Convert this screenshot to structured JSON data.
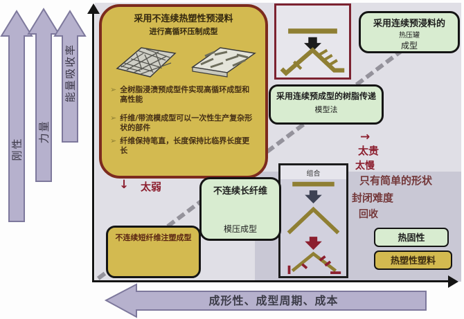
{
  "axes": {
    "y_arrows": [
      {
        "label": "刚性"
      },
      {
        "label": "力量"
      },
      {
        "label": "能量吸收率"
      }
    ],
    "x_axis_label": "成形性、成型周期、成本"
  },
  "boxes": {
    "hot_press": {
      "title1": "采用不连续热塑性预浸料",
      "title2": "进行高循环压制成型",
      "bullet_marker": "➢",
      "bullets": [
        "全树脂浸渍预成型件实现高循环成型和高性能",
        "纤维/带流模成型可以一次性生产复杂形状的部件",
        "纤维保持笔直，长度保持比临界长度更长"
      ]
    },
    "autoclave": {
      "line1": "采用连续预浸料的",
      "line2": "热压罐",
      "line3": "成型"
    },
    "rtm": {
      "line1": "采用连续预成型的树脂传递",
      "line2": "模型法"
    },
    "combo": {
      "label": "组合"
    },
    "long_fiber": {
      "line1": "不连续长纤维",
      "line2": "模压成型"
    },
    "short_fiber": {
      "line1": "不连续短纤维注塑成型"
    },
    "thermoset": {
      "label": "热固性"
    },
    "thermoplastic": {
      "label": "热塑性塑料"
    }
  },
  "annotations": {
    "too_expensive_arrow": "→",
    "too_expensive": "太贵",
    "too_slow": "太慢",
    "simple_shapes": "只有简单的形状",
    "closing_difficulty": "封闭难度",
    "recycling": "回收",
    "too_weak_arrow": "↓",
    "too_weak": "太弱"
  },
  "icons": {
    "press_die": "press-die-icon",
    "fiber_mat": "random-fiber-mat-image",
    "chopped_tape": "chopped-tape-plate-image"
  },
  "colors": {
    "plot_bg": "#e0dfe6",
    "dark_quadrant": "#c9c8d5",
    "mustard": "#d3ba50",
    "mustard_border": "#7c2b1e",
    "green_box": "#d8ecd0",
    "olive_icon": "#8f7f33",
    "dark_red": "#8c1f2f",
    "purple_arrow": "#b6b1cd"
  }
}
